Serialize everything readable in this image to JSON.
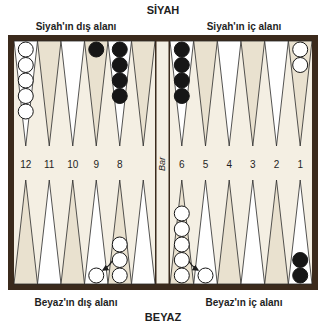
{
  "diagram": {
    "labels": [
      "SİYAH",
      "Siyah'ın dış alanı",
      "Siyah'ın iç alanı",
      "12",
      "11",
      "10",
      "9",
      "8",
      "Bar",
      "6",
      "5",
      "4",
      "3",
      "2",
      "1",
      "Beyaz'ın dış alanı",
      "Beyaz'ın iç alanı",
      "BEYAZ"
    ]
  }
}
